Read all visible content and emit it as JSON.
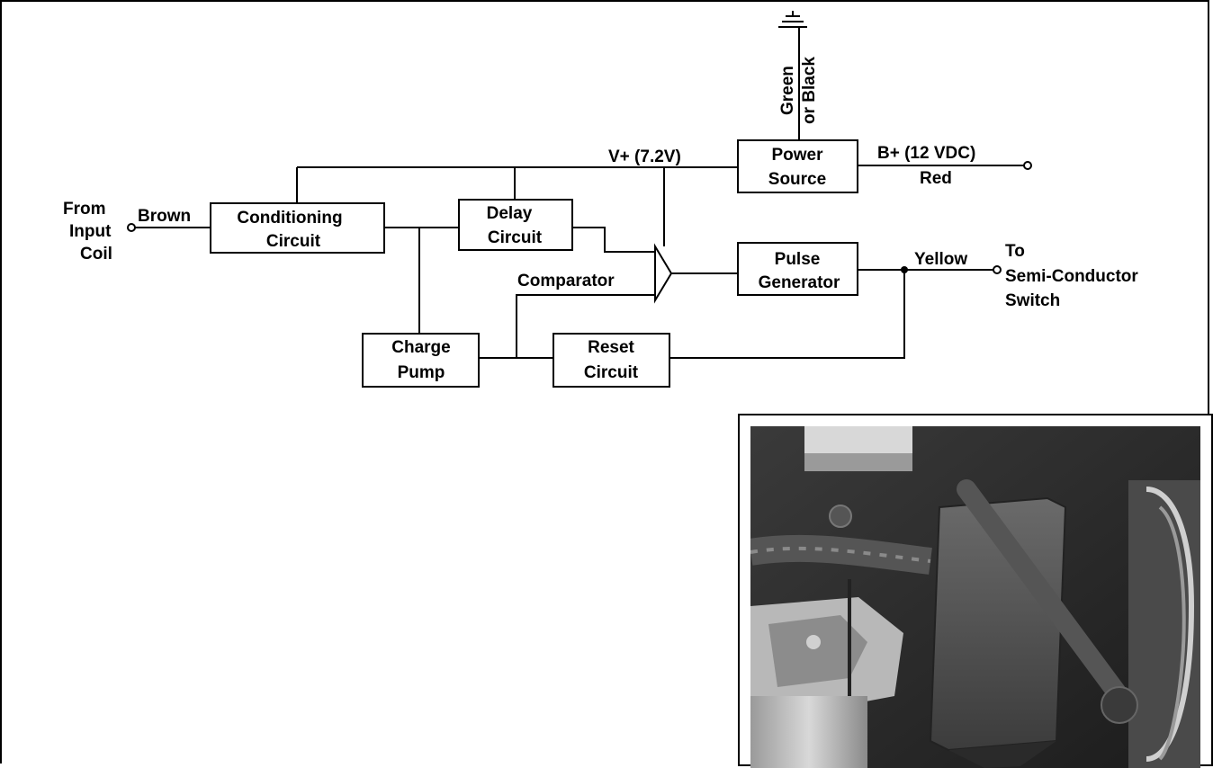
{
  "diagram": {
    "ground_wire_label_1": "Green",
    "ground_wire_label_2": "or Black",
    "vplus_label": "V+ (7.2V)",
    "power_source_1": "Power",
    "power_source_2": "Source",
    "bplus_label": "B+ (12 VDC)",
    "red_label": "Red",
    "from_1": "From",
    "from_2": "Input",
    "from_3": "Coil",
    "brown_label": "Brown",
    "conditioning_1": "Conditioning",
    "conditioning_2": "Circuit",
    "delay_1": "Delay",
    "delay_2": "Circuit",
    "comparator_label": "Comparator",
    "pulse_1": "Pulse",
    "pulse_2": "Generator",
    "yellow_label": "Yellow",
    "to_1": "To",
    "to_2": "Semi-Conductor",
    "to_3": "Switch",
    "charge_1": "Charge",
    "charge_2": "Pump",
    "reset_1": "Reset",
    "reset_2": "Circuit"
  },
  "photo": {
    "description_icon": "photo-of-module"
  },
  "colors": {
    "line": "#000000",
    "background": "#ffffff"
  }
}
